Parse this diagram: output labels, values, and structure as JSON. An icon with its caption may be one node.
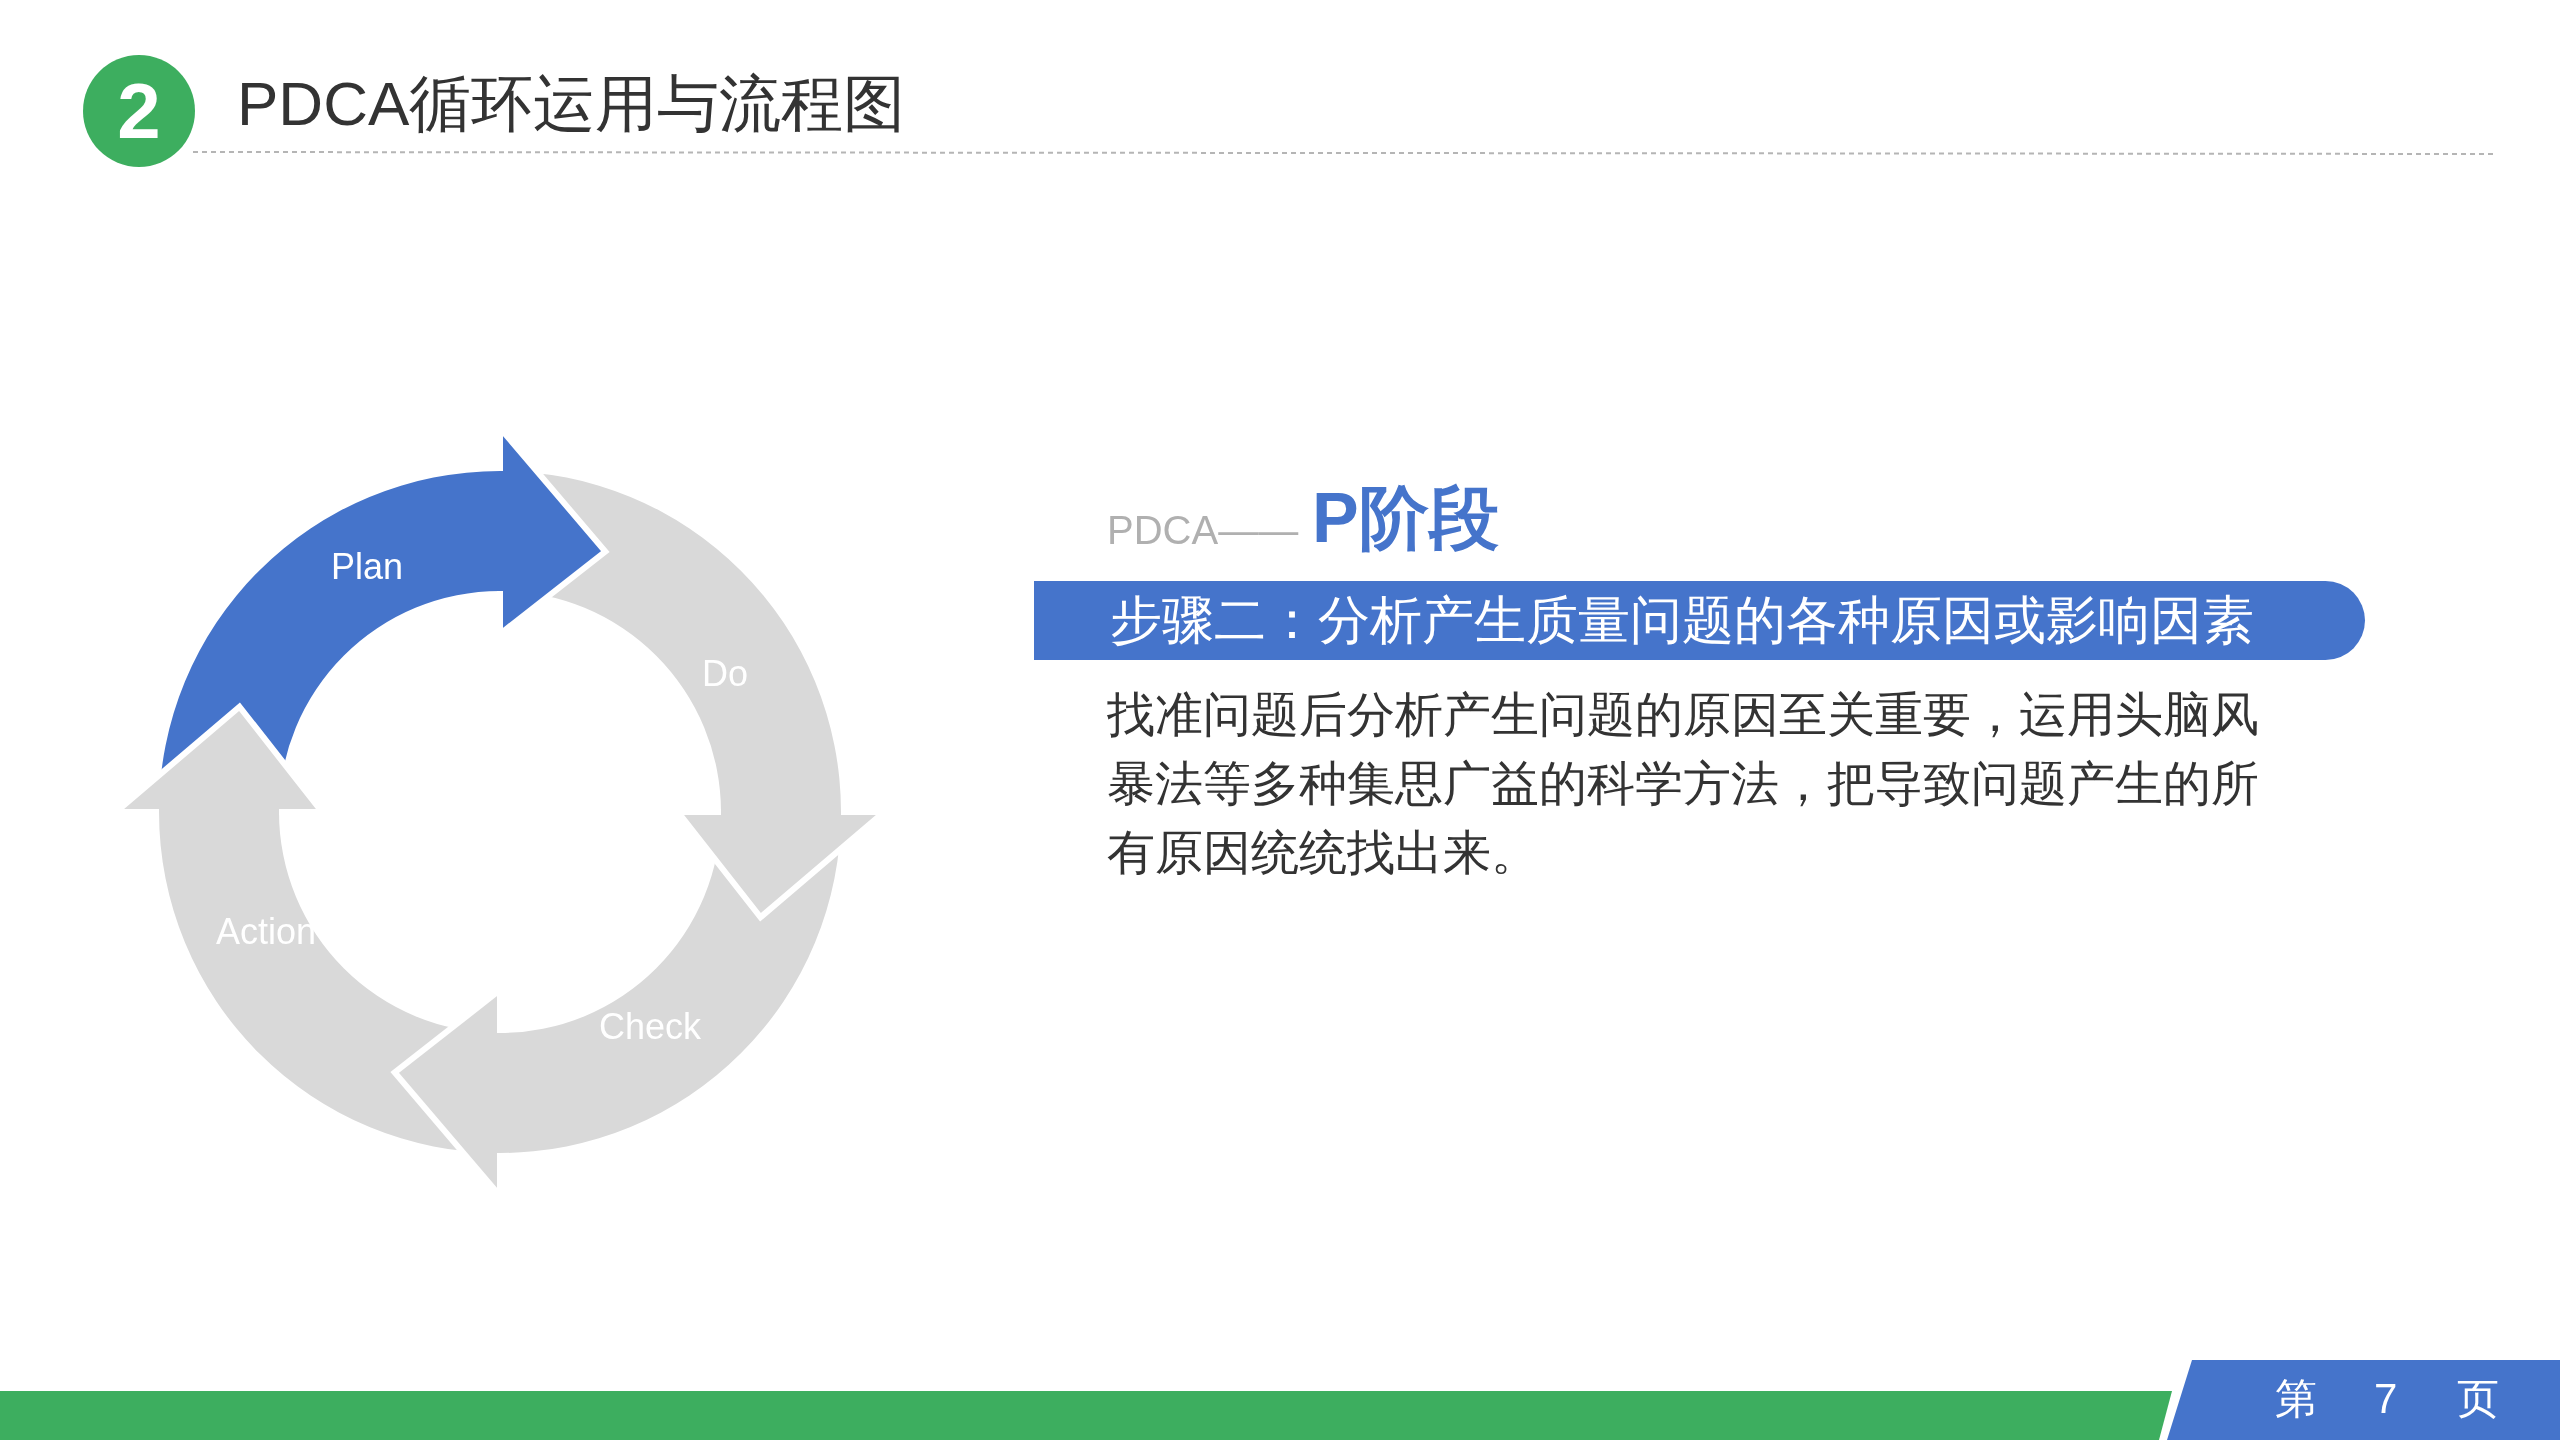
{
  "diagram": {
    "title": "PDCA循环运用与流程图",
    "nodes": [
      {
        "text": [
          "2"
        ]
      },
      {
        "text": [
          "Plan"
        ]
      },
      {
        "text": [
          "Do"
        ]
      },
      {
        "text": [
          "Check"
        ]
      },
      {
        "text": [
          "Action"
        ]
      },
      {
        "text": [
          "步骤二：分析产生质量问题的各种原因或影响因素"
        ]
      }
    ],
    "labels": [
      "PDCA——",
      "P阶段",
      "找准问题后分析产生问题的原因至关重要，运用头脑风暴法等多种集思广益的科学方法，把导致问题产生的所有原因统统找出来。",
      "第",
      "7",
      "页"
    ]
  }
}
